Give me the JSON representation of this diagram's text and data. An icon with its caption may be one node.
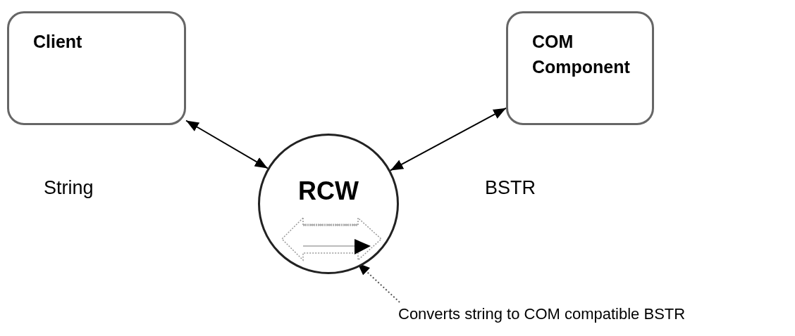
{
  "diagram": {
    "nodes": [
      {
        "text": [
          "Client"
        ]
      },
      {
        "text": [
          "COM Component"
        ]
      },
      {
        "text": [
          "RCW"
        ]
      },
      {
        "text": [],
        "shape": "picture",
        "in": 2
      },
      {
        "text": [
          "Converts string to COM compatible BSTR"
        ]
      }
    ],
    "edges": [
      {
        "from": 0,
        "to": 2,
        "arrow": "both"
      },
      {
        "from": 1,
        "to": 2,
        "arrow": "both"
      },
      {
        "from": 4,
        "to": 3,
        "arrow": "to",
        "style": "dashed"
      }
    ],
    "labels": [
      "String",
      "BSTR"
    ]
  }
}
